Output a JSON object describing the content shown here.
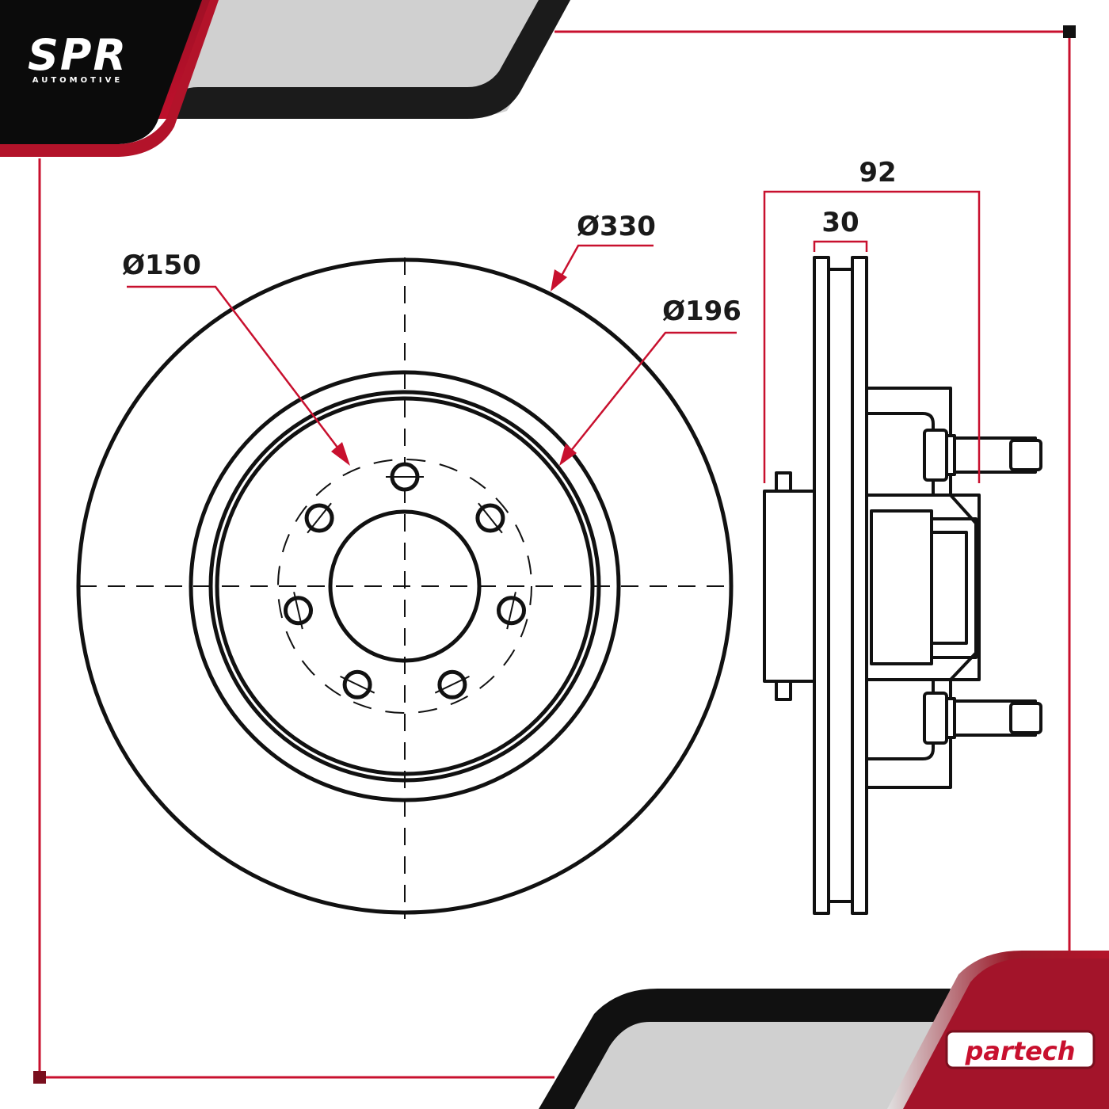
{
  "brand": {
    "name": "SPR",
    "tagline": "AUTOMOTIVE",
    "partner_logo": "partech"
  },
  "dimensions": {
    "outer_diameter": "Ø330",
    "bolt_circle": "Ø150",
    "hat_diameter": "Ø196",
    "total_height": "92",
    "disc_thickness": "30"
  },
  "colors": {
    "accent_red": "#c8102e",
    "dark": "#111111",
    "gray": "#d0d0d0",
    "drawing_line": "#111111"
  },
  "part": {
    "bolt_holes": 7,
    "studs_visible": 2
  }
}
